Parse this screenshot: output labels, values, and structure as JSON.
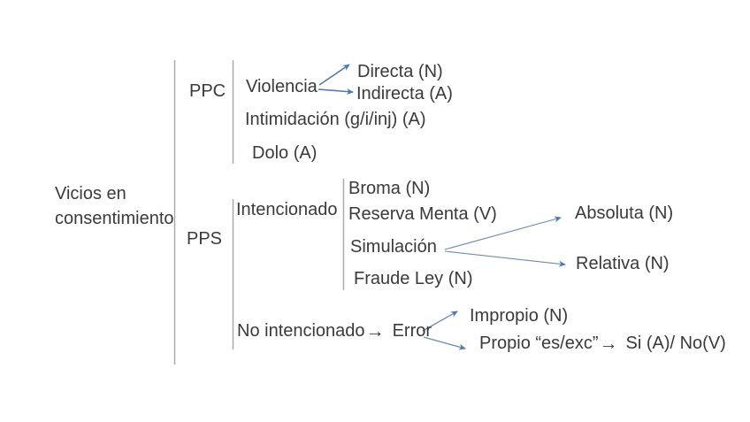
{
  "diagram": {
    "root": {
      "line1": "Vicios en",
      "line2": "consentimiento"
    },
    "ppc": {
      "label": "PPC",
      "violencia": "Violencia",
      "directa": "Directa (N)",
      "indirecta": "Indirecta (A)",
      "intimidacion": "Intimidación (g/i/inj) (A)",
      "dolo": "Dolo (A)"
    },
    "pps": {
      "label": "PPS",
      "intencionado": "Intencionado",
      "broma": "Broma (N)",
      "reserva_mental": "Reserva Menta (V)",
      "simulacion": "Simulación",
      "absoluta": "Absoluta (N)",
      "relativa": "Relativa (N)",
      "fraude_ley": "Fraude Ley (N)",
      "no_intencionado": "No intencionado",
      "error": "Error",
      "impropio": "Impropio (N)",
      "propio": "Propio “es/exc”",
      "propio_result": "Si (A)/ No(V)",
      "arrow_glyph": "→"
    },
    "colors": {
      "text": "#3a3a3a",
      "bracket_line": "#a6a6a6",
      "arrow": "#4f78b0"
    }
  }
}
